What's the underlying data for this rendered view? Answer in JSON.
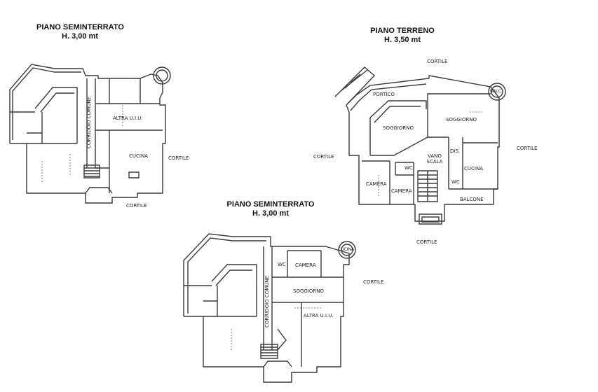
{
  "plans": {
    "top_left": {
      "title": "PIANO SEMINTERRATO",
      "height": "H. 3,00 mt",
      "labels": {
        "altra": "ALTRA U.I.U.",
        "cucina": "CUCINA",
        "corridoio": "CORRIDOIO COMUNE",
        "cortile_right": "CORTILE",
        "cortile_bottom": "CORTILE"
      }
    },
    "top_right": {
      "title": "PIANO TERRENO",
      "height": "H. 3,50 mt",
      "labels": {
        "cortile_top": "CORTILE",
        "portico": "PORTICO",
        "balc": "BALC.",
        "soggiorno_left": "SOGGIORNO",
        "soggiorno_right": "SOGGIORNO",
        "cortile_left": "CORTILE",
        "cortile_right": "CORTILE",
        "vano_scala_1": "VANO",
        "vano_scala_2": "SCALA",
        "dis": "DIS.",
        "wc_left": "WC",
        "wc_right": "WC",
        "cucina": "CUCINA",
        "camera_left": "CAMERA",
        "camera_mid": "CAMERA",
        "balcone": "BALCONE",
        "cortile_bottom": "CORTILE"
      }
    },
    "bottom": {
      "title": "PIANO SEMINTERRATO",
      "height": "H. 3,00 mt",
      "labels": {
        "cucina": "CUCINA",
        "wc": "WC",
        "camera": "CAMERA",
        "cortile": "CORTILE",
        "soggiorno": "SOGGIORNO",
        "corridoio": "CORRIDOIO COMUNE",
        "altra": "ALTRA U.I.U."
      }
    }
  }
}
